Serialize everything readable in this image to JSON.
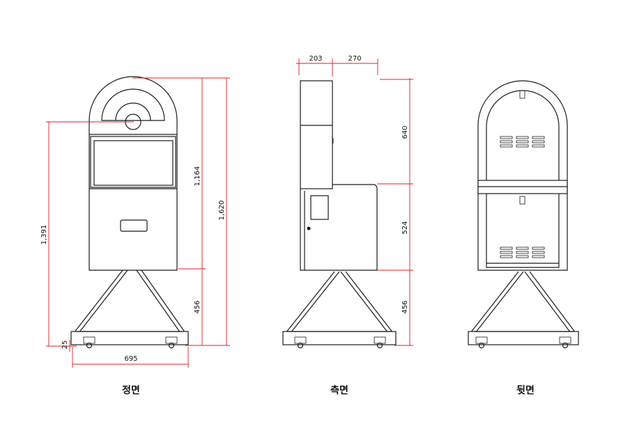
{
  "views": {
    "front": {
      "caption": "정면",
      "dims": {
        "height_total": "1,620",
        "height_to_center": "1,391",
        "cabinet": "1,164",
        "stand": "456",
        "offset": "25",
        "width": "695"
      }
    },
    "side": {
      "caption": "측면",
      "dims": {
        "top_depth": "203",
        "overhang": "270",
        "upper": "640",
        "lower": "524",
        "stand": "456"
      }
    },
    "back": {
      "caption": "뒷면"
    }
  },
  "colors": {
    "dimension_line": "#e8191f",
    "outline": "#1a1a1a"
  }
}
